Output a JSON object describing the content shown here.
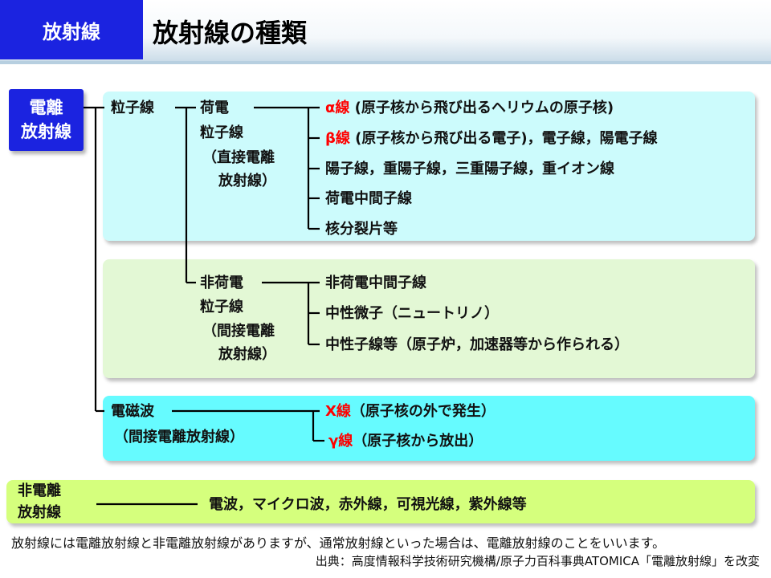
{
  "header": {
    "tag": "放射線",
    "title": "放射線の種類"
  },
  "ionizing": {
    "label_line1": "電離",
    "label_line2": "放射線"
  },
  "particle": {
    "label": "粒子線"
  },
  "charged": {
    "label_lines": [
      "荷電",
      "粒子線",
      "（直接電離",
      "放射線）"
    ],
    "items": [
      {
        "symbol": "α線",
        "desc": "(原子核から飛び出るヘリウムの原子核)"
      },
      {
        "symbol": "β線",
        "desc": "(原子核から飛び出る電子)，電子線，陽電子線"
      },
      {
        "symbol": "",
        "desc": "陽子線，重陽子線，三重陽子線，重イオン線"
      },
      {
        "symbol": "",
        "desc": "荷電中間子線"
      },
      {
        "symbol": "",
        "desc": "核分裂片等"
      }
    ]
  },
  "uncharged": {
    "label_lines": [
      "非荷電",
      "粒子線",
      "（間接電離",
      "放射線）"
    ],
    "items": [
      "非荷電中間子線",
      "中性微子（ニュートリノ）",
      "中性子線等（原子炉，加速器等から作られる）"
    ]
  },
  "em_wave": {
    "label": "電磁波",
    "sublabel": "（間接電離放射線）",
    "items": [
      {
        "symbol": "X線",
        "desc": "（原子核の外で発生）"
      },
      {
        "symbol": "γ線",
        "desc": "（原子核から放出）"
      }
    ]
  },
  "non_ionizing": {
    "label_line1": "非電離",
    "label_line2": "放射線",
    "items": "電波，マイクロ波，赤外線，可視光線，紫外線等"
  },
  "footer": {
    "note": "放射線には電離放射線と非電離放射線がありますが、通常放射線といった場合は、電離放射線のことをいいます。",
    "source": "出典：高度情報科学技術研究機構/原子力百科事典ATOMICA「電離放射線」を改変"
  },
  "colors": {
    "header_tag_bg": "#1b23e0",
    "box_charged": "#ccfbfc",
    "box_uncharged": "#e3f8d5",
    "box_em": "#66fbff",
    "box_non_ionizing": "#d5ff7d",
    "highlight": "#ff0000"
  }
}
